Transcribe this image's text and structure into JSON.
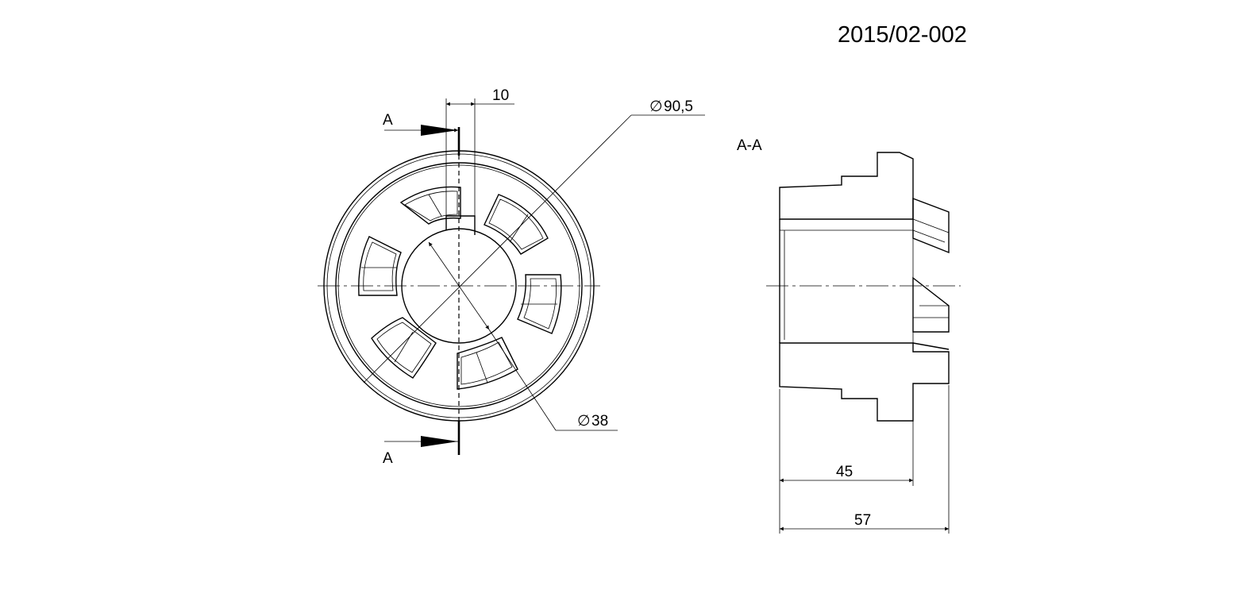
{
  "drawing_number": "2015/02-002",
  "section_label": "A-A",
  "cut_marker_top": "A",
  "cut_marker_bottom": "A",
  "dimensions": {
    "keyway_width": "10",
    "outer_diameter": "90,5",
    "bore_diameter": "38",
    "length_inner": "45",
    "length_total": "57"
  },
  "diameter_symbol": "∅",
  "colors": {
    "line": "#000000",
    "background": "#ffffff"
  }
}
